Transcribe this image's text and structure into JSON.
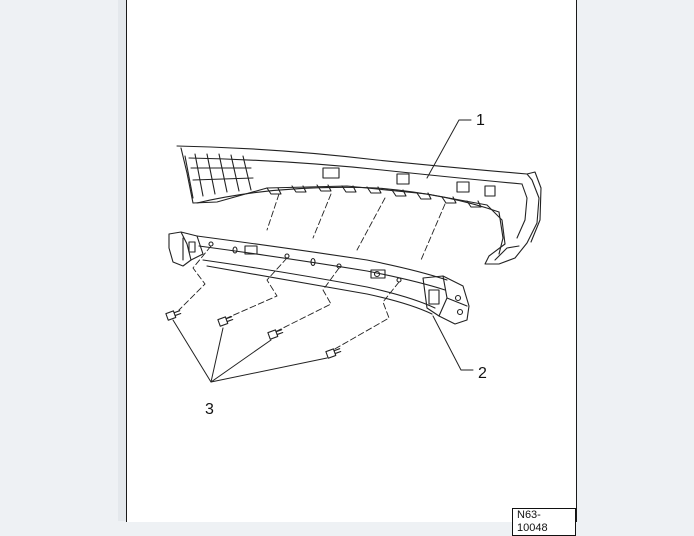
{
  "figure": {
    "callouts": [
      {
        "id": "callout-1",
        "label": "1"
      },
      {
        "id": "callout-2",
        "label": "2"
      },
      {
        "id": "callout-3",
        "label": "3"
      }
    ],
    "figure_id": "N63-10048"
  }
}
